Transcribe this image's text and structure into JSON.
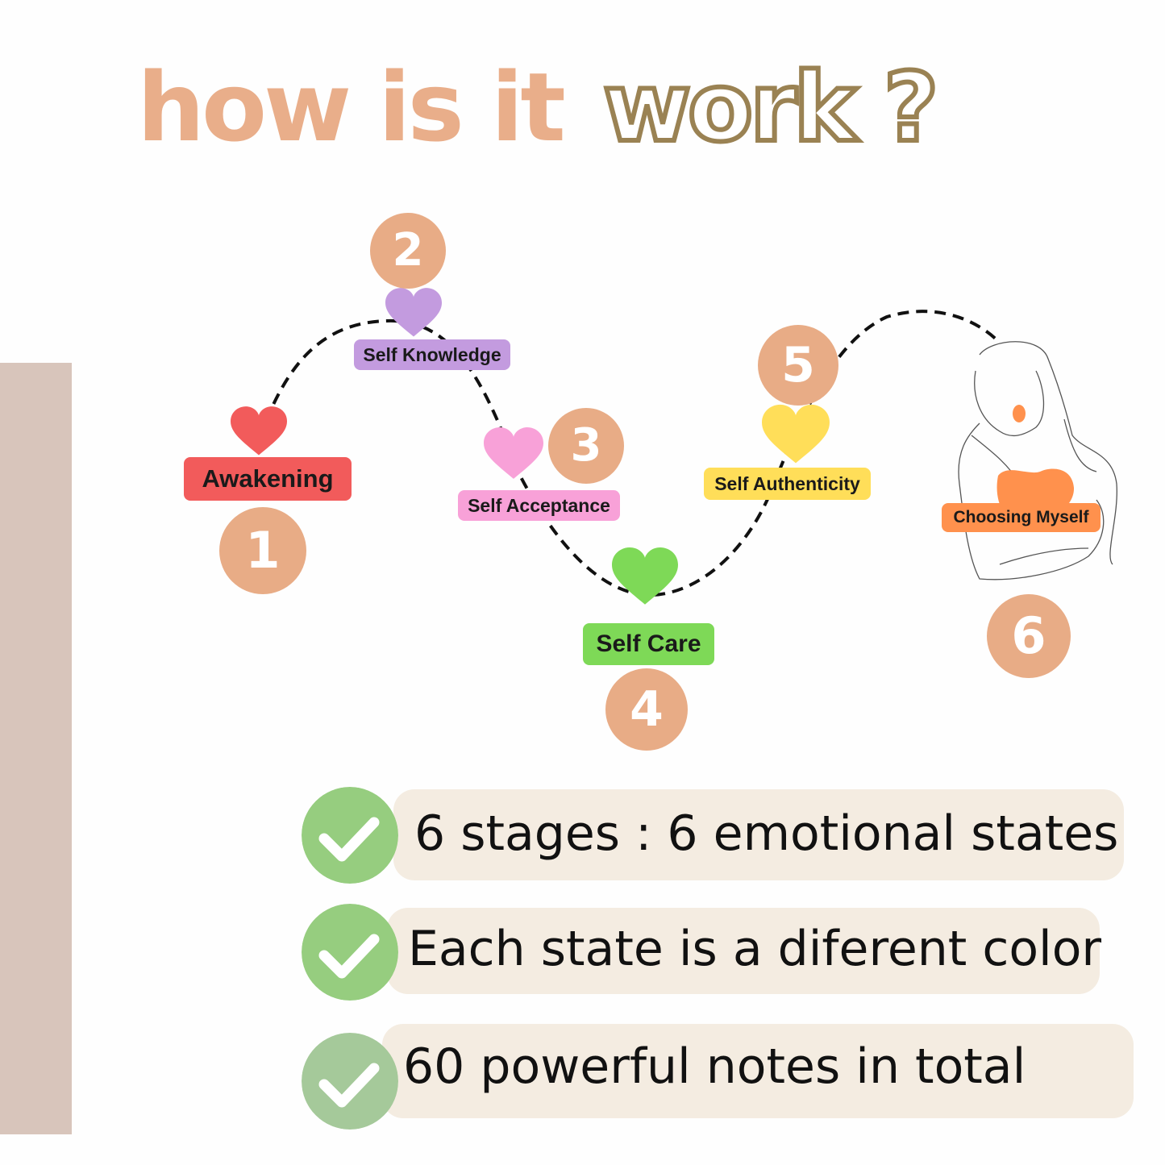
{
  "title": {
    "part1": "how is it",
    "part2": "work ?"
  },
  "stages": [
    {
      "num": "1",
      "label": "Awakening",
      "color": "#f25b5b",
      "heart": "#f25b5b"
    },
    {
      "num": "2",
      "label": "Self Knowledge",
      "color": "#c39bdf",
      "heart": "#c39bdf"
    },
    {
      "num": "3",
      "label": "Self Acceptance",
      "color": "#f8a1d8",
      "heart": "#f8a1d8"
    },
    {
      "num": "4",
      "label": "Self Care",
      "color": "#7ed957",
      "heart": "#7ed957"
    },
    {
      "num": "5",
      "label": "Self Authenticity",
      "color": "#ffde59",
      "heart": "#ffde59"
    },
    {
      "num": "6",
      "label": "Choosing Myself",
      "color": "#ff914d",
      "heart": "#ff914d"
    }
  ],
  "features": [
    {
      "text": "6 stages : 6 emotional states",
      "check_color": "#96cd7f"
    },
    {
      "text": "Each state is a diferent color",
      "check_color": "#96cd7f"
    },
    {
      "text": "60 powerful notes in total",
      "check_color": "#a5c99a"
    }
  ],
  "colors": {
    "number_circle": "#e8ac86",
    "title_accent": "#e9ae8a",
    "title_outline": "#9a8253",
    "pill_bg": "#f4ece1",
    "side_bar": "#d8c5bb"
  }
}
